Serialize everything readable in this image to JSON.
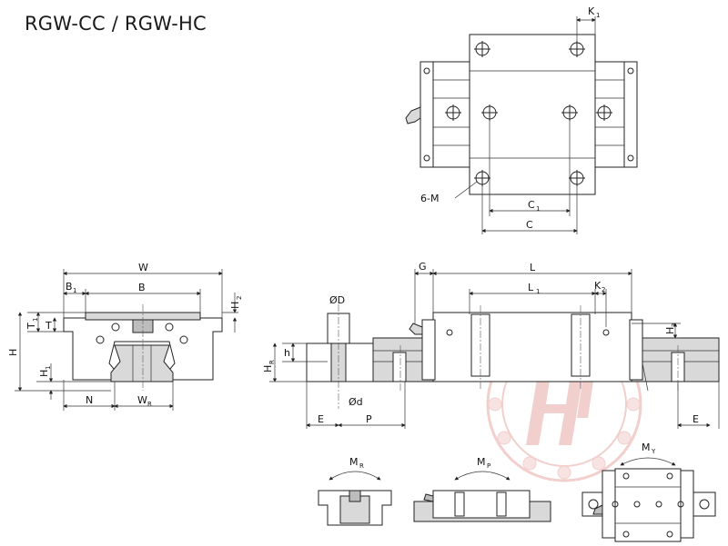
{
  "title": "RGW-CC / RGW-HC",
  "top_view": {
    "k1": "K",
    "k1_sub": "1",
    "six_m": "6-M",
    "c1": "C",
    "c1_sub": "1",
    "c": "C"
  },
  "front_view": {
    "w": "W",
    "b1": "B",
    "b1_sub": "1",
    "b": "B",
    "h2": "H",
    "h2_sub": "2",
    "t1": "T",
    "t1_sub": "1",
    "t": "T",
    "h": "H",
    "h1": "H",
    "h1_sub": "1",
    "n": "N",
    "wr": "W",
    "wr_sub": "R"
  },
  "rail_section": {
    "od": "ØD",
    "h": "h",
    "hr": "H",
    "hr_sub": "R",
    "sd": "Ød",
    "e": "E",
    "p": "P"
  },
  "side_view": {
    "g": "G",
    "l": "L",
    "l1": "L",
    "l1_sub": "1",
    "k2": "K",
    "k2_sub": "2",
    "h3": "H",
    "h3_sub": "3",
    "e": "E"
  },
  "moments": {
    "mr": "M",
    "mr_sub": "R",
    "mp": "M",
    "mp_sub": "P",
    "my": "M",
    "my_sub": "Y"
  },
  "watermark_color": "#e6a9a4"
}
